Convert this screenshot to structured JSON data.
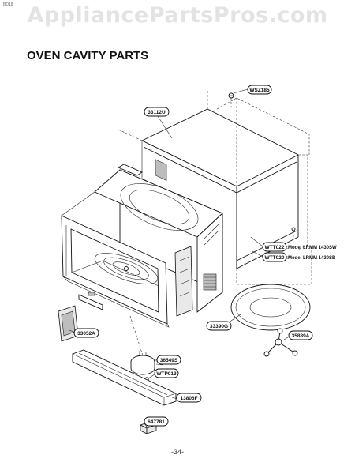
{
  "header": {
    "watermark": "AppliancePartsPros.com",
    "corner_code": "BD18"
  },
  "section_title": "OVEN CAVITY PARTS",
  "page_number": "-34-",
  "callouts": [
    {
      "id": "wsz185",
      "code": "WSZ185"
    },
    {
      "id": "33112u",
      "code": "33112U"
    },
    {
      "id": "wtt022",
      "code": "WTT022",
      "note": ":Model LRMM 1430SW"
    },
    {
      "id": "wtt020",
      "code": "WTT020",
      "note": ":Model LRMM 1430SB"
    },
    {
      "id": "33390g",
      "code": "33390G"
    },
    {
      "id": "35889a",
      "code": "35889A"
    },
    {
      "id": "33052a",
      "code": "33052A"
    },
    {
      "id": "36549s",
      "code": "36549S"
    },
    {
      "id": "wtp013",
      "code": "WTP013"
    },
    {
      "id": "13806f",
      "code": "13806F"
    },
    {
      "id": "647781",
      "code": "647781"
    }
  ]
}
